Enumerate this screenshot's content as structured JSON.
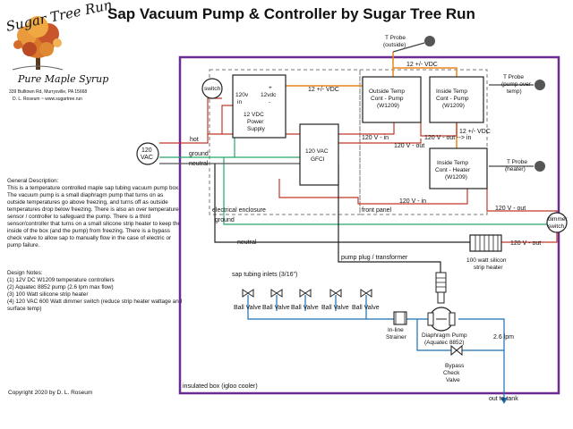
{
  "title": "Sap Vacuum Pump & Controller by Sugar Tree Run",
  "logo": {
    "brand": "Sugar Tree Run",
    "tagline": "Pure Maple Syrup",
    "address": "339 Bulltown Rd, Murrysville, PA 15668",
    "contact": "D. L. Roseum ~ www.sugartree.run"
  },
  "description": {
    "heading": "General Description:",
    "body": "This is a temperature controlled maple sap tubing vacuum pump box.  The vacuum pump is a small diaphragm pump that turns on as outside temperatures go above freezing, and turns off as outside temperatures drop below freezing. There is also an over temperature sensor / controller to safeguard the pump.  There is a third sensor/controller that turns on a small silicone strip heater to keep the inside of the box (and the pump) from freezing.  There is a bypass check valve to allow sap to manually flow in the case of electric or pump failure."
  },
  "design_notes": {
    "heading": "Design Notes:",
    "items": [
      "(1) 12V DC W1209 temperature controllers",
      "(2) Aquatec 8852 pump (2.6 lpm max flow)",
      "(3) 100 Watt silicone strip heater",
      "(4) 120 VAC 600 Watt dimmer switch (reduce strip heater wattage and surface temp)"
    ]
  },
  "copyright": "Copyright 2020 by D. L. Roseum",
  "diagram": {
    "t_probe_outside": "T Probe (outside)",
    "t_probe_pump": "T Probe (pump over temp)",
    "t_probe_heater": "T Probe (heater)",
    "switch": "switch",
    "power_supply": {
      "in_label": "120v in",
      "out_label": "+ 12vdc -",
      "name": "12 VDC Power Supply"
    },
    "gfci": "120 VAC GFCI",
    "outside_controller": "Outside Temp Cont - Pump (W1209)",
    "inside_pump_controller": "Inside Temp Cont - Pump (W1209)",
    "inside_heater_controller": "Inside Temp Cont - Heater (W1209)",
    "vac_source": "120 VAC",
    "wire_hot": "hot",
    "wire_ground": "ground",
    "wire_neutral": "neutral",
    "wire_ground2": "ground",
    "wire_neutral2": "neutral",
    "lbl_12vdc_a": "12 +/- VDC",
    "lbl_12vdc_b": "12 +/- VDC",
    "lbl_12vdc_c": "12 +/- VDC",
    "lbl_120v_in_a": "120 V - in",
    "lbl_120v_out_in": "120 V - out --> in",
    "lbl_120v_out_a": "120 V - out",
    "lbl_120v_in_b": "120 V - in",
    "lbl_120v_out_b": "120 V - out",
    "lbl_120v_out_c": "120 V - out",
    "electrical_enclosure": "electrical enclosure",
    "front_panel": "front panel",
    "dimmer_switch": "dimmer switch",
    "strip_heater": "100 watt silicon strip heater",
    "pump_plug": "pump plug / transformer",
    "tubing_inlets": "sap tubing inlets (3/16\")",
    "ball_valve": "Ball Valve",
    "strainer": "In-line Strainer",
    "pump": "Diaphragm Pump (Aquatec 8852)",
    "flow_rate": "2.6 lpm",
    "bypass": "Bypass Check Valve",
    "insulated_box": "insulated box (igloo cooler)",
    "out_to_tank": "out to tank"
  }
}
